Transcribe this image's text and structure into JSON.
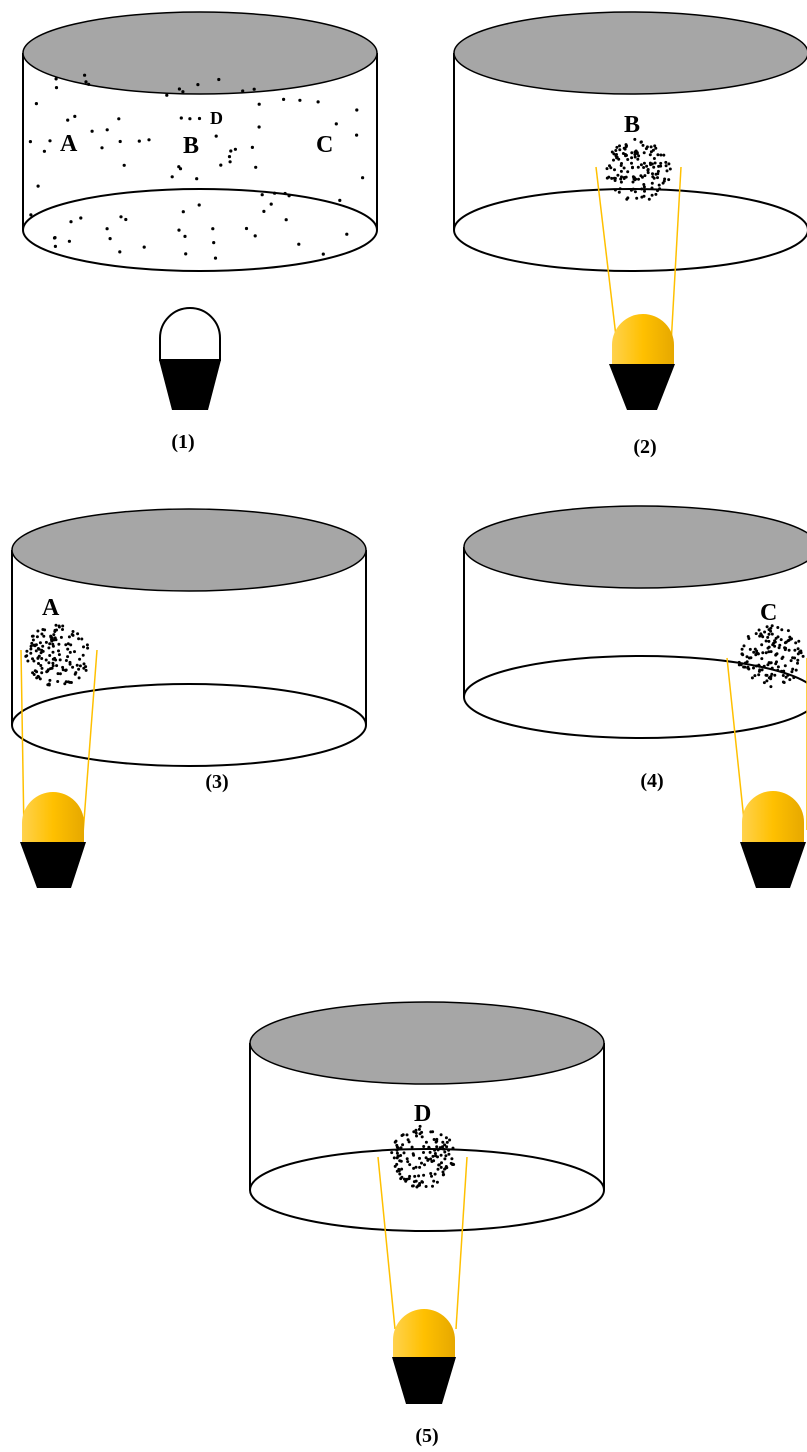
{
  "panels": [
    {
      "caption": "(1)",
      "lamp_on": false,
      "scattered": true,
      "labels": [
        "A",
        "B",
        "C",
        "D"
      ]
    },
    {
      "caption": "(2)",
      "lamp_on": true,
      "cluster_label": "B"
    },
    {
      "caption": "(3)",
      "lamp_on": true,
      "cluster_label": "A"
    },
    {
      "caption": "(4)",
      "lamp_on": true,
      "cluster_label": "C"
    },
    {
      "caption": "(5)",
      "lamp_on": true,
      "cluster_label": "D"
    }
  ],
  "colors": {
    "lid": "#a6a6a6",
    "lamp_light": "#ffc000",
    "lamp_base": "#000000",
    "beam": "#ffc000",
    "outline": "#000000"
  }
}
